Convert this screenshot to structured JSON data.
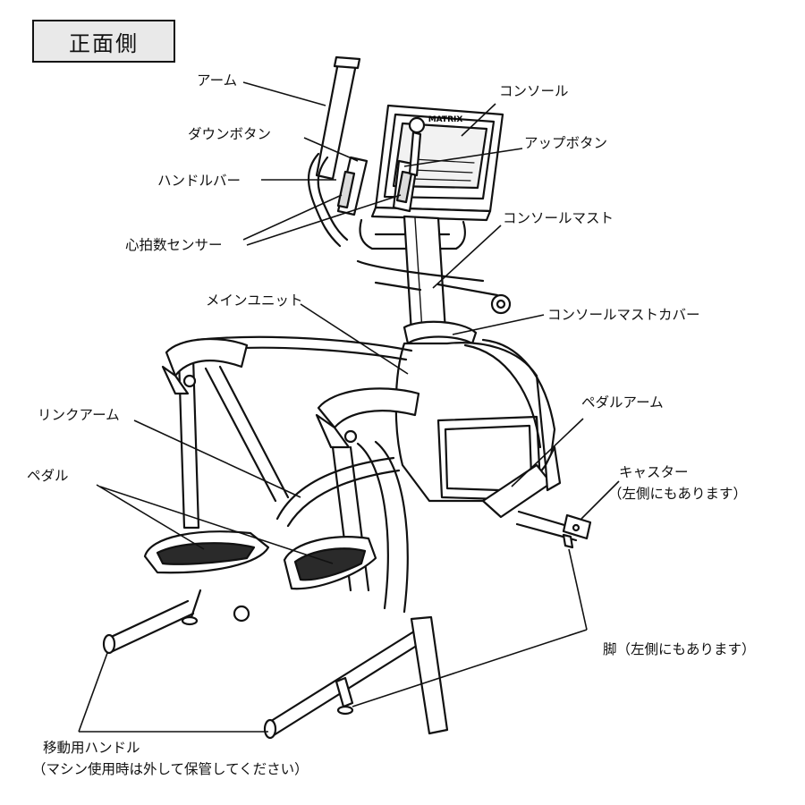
{
  "header": {
    "title": "正面側"
  },
  "console_brand": "MATRIX",
  "labels": {
    "arm": "アーム",
    "console": "コンソール",
    "down_button": "ダウンボタン",
    "up_button": "アップボタン",
    "handlebar": "ハンドルバー",
    "heart_rate_sensor": "心拍数センサー",
    "console_mast": "コンソールマスト",
    "main_unit": "メインユニット",
    "console_mast_cover": "コンソールマストカバー",
    "link_arm": "リンクアーム",
    "pedal_arm": "ペダルアーム",
    "pedal": "ペダル",
    "caster": "キャスター",
    "caster_note": "（左側にもあります）",
    "leg": "脚（左側にもあります）",
    "transport_handle": "移動用ハンドル",
    "transport_handle_note": "（マシン使用時は外して保管してください）"
  }
}
